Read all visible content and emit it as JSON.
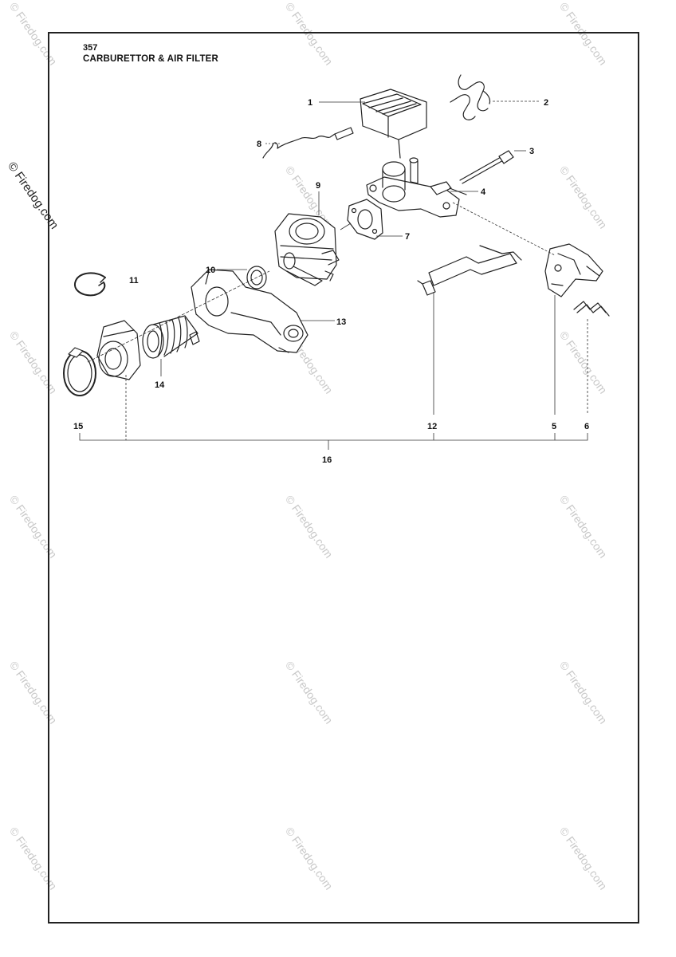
{
  "header": {
    "model": "357",
    "title": "CARBURETTOR & AIR FILTER"
  },
  "watermark": {
    "text": "© Firedog.com"
  },
  "callouts": [
    {
      "id": "c1",
      "label": "1"
    },
    {
      "id": "c2",
      "label": "2"
    },
    {
      "id": "c3",
      "label": "3"
    },
    {
      "id": "c4",
      "label": "4"
    },
    {
      "id": "c5",
      "label": "5"
    },
    {
      "id": "c6",
      "label": "6"
    },
    {
      "id": "c7",
      "label": "7"
    },
    {
      "id": "c8",
      "label": "8"
    },
    {
      "id": "c9",
      "label": "9"
    },
    {
      "id": "c10",
      "label": "10"
    },
    {
      "id": "c11",
      "label": "11"
    },
    {
      "id": "c12",
      "label": "12"
    },
    {
      "id": "c13",
      "label": "13"
    },
    {
      "id": "c14",
      "label": "14"
    },
    {
      "id": "c15",
      "label": "15"
    },
    {
      "id": "c16",
      "label": "16"
    }
  ]
}
